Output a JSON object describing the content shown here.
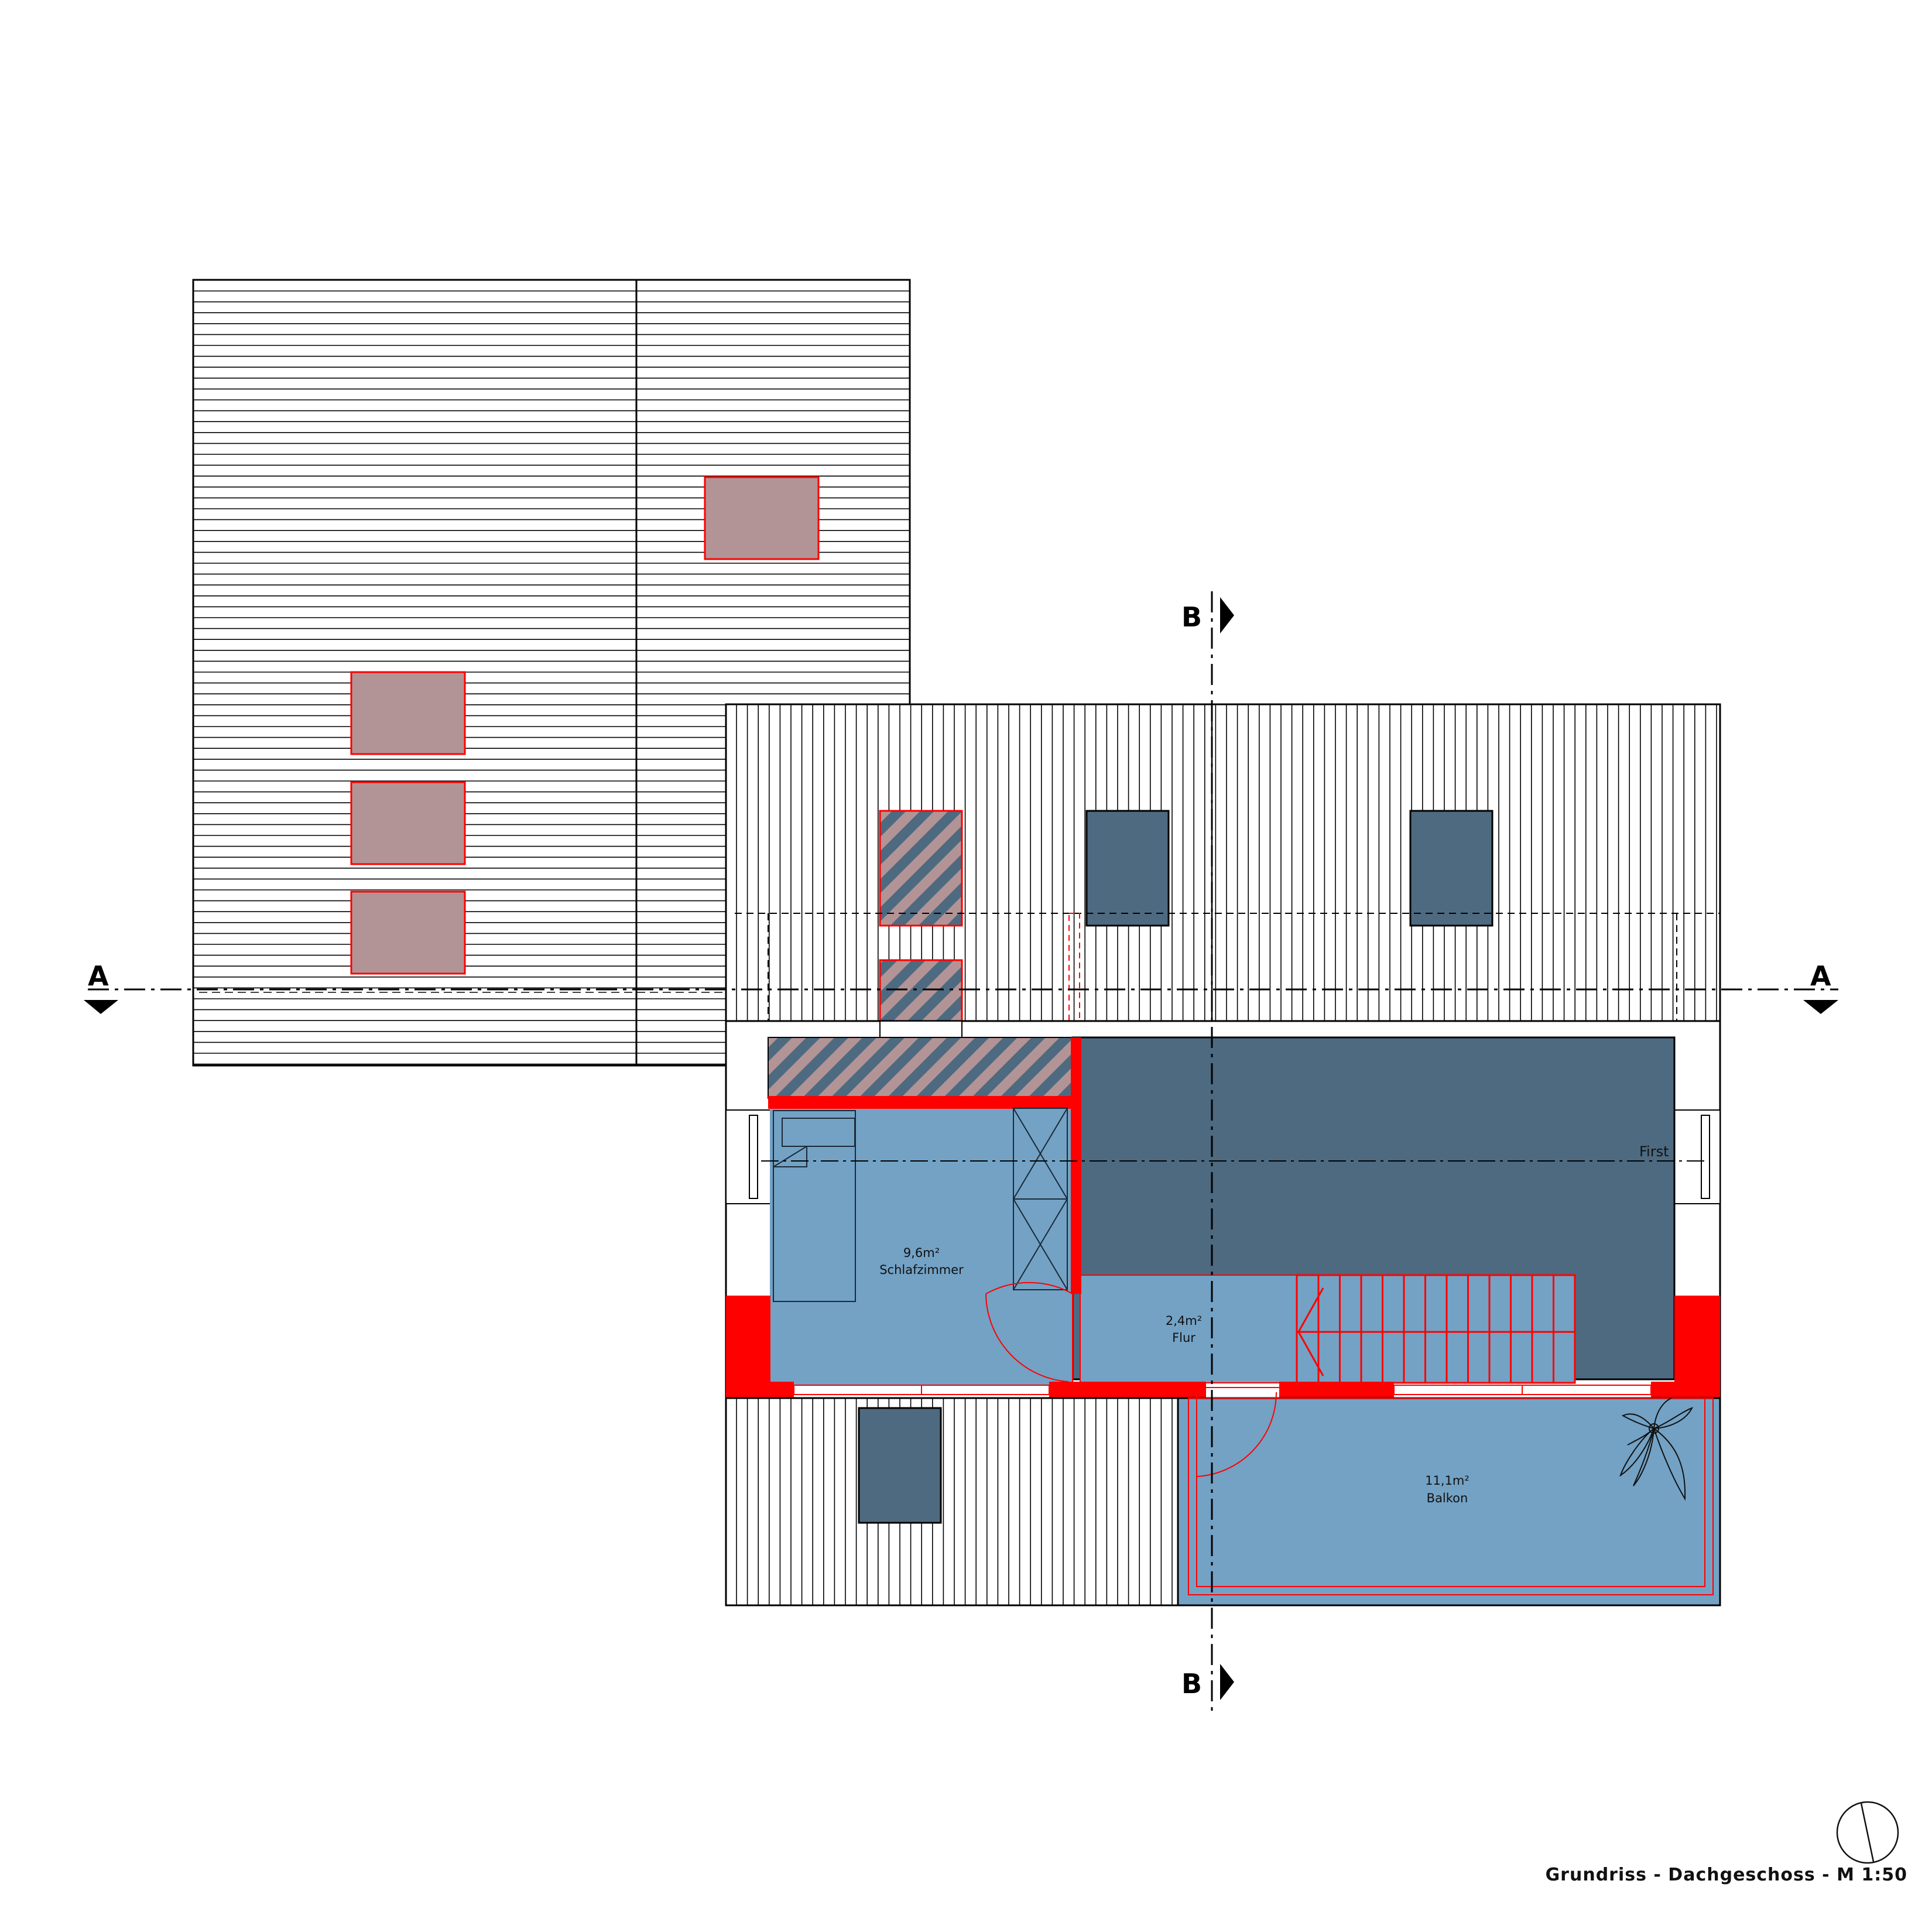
{
  "drawing": {
    "caption": "Grundriss - Dachgeschoss - M 1:50",
    "ridge_label": "First",
    "section_a": "A",
    "section_b": "B",
    "colors": {
      "wall_cut": "#ff0000",
      "room_fill": "#73a2c5",
      "roof_below": "#4d6a80",
      "skylight": "#b39496",
      "outline": "#000000"
    }
  },
  "rooms": [
    {
      "id": "schlafzimmer",
      "area": "9,6m²",
      "name": "Schlafzimmer"
    },
    {
      "id": "flur",
      "area": "2,4m²",
      "name": "Flur"
    },
    {
      "id": "balkon",
      "area": "11,1m²",
      "name": "Balkon"
    }
  ]
}
